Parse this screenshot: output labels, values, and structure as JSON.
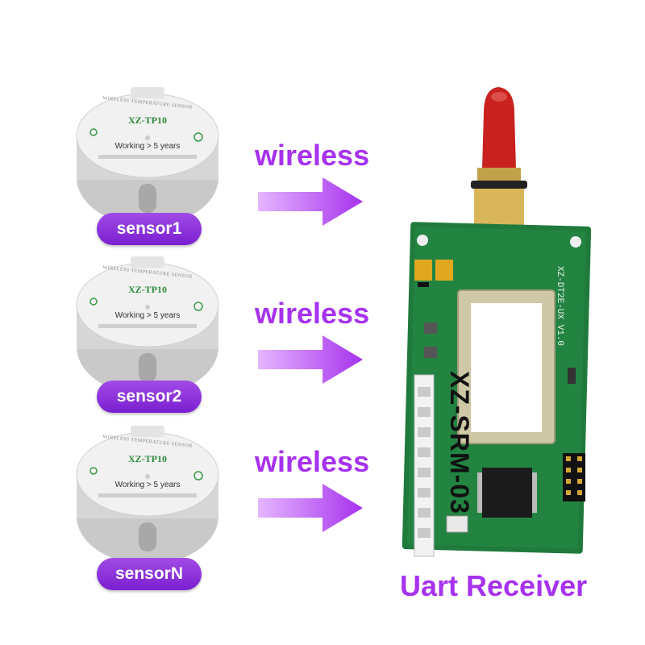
{
  "sensors": [
    {
      "label": "sensor1",
      "header": "WIRELESS TEMPERATURE SENSOR",
      "model": "XZ-TP10",
      "working": "Working  > 5 years"
    },
    {
      "label": "sensor2",
      "header": "WIRELESS TEMPERATURE SENSOR",
      "model": "XZ-TP10",
      "working": "Working  > 5 years"
    },
    {
      "label": "sensorN",
      "header": "WIRELESS TEMPERATURE SENSOR",
      "model": "XZ-TP10",
      "working": "Working  > 5 years"
    }
  ],
  "links": [
    {
      "label": "wireless"
    },
    {
      "label": "wireless"
    },
    {
      "label": "wireless"
    }
  ],
  "receiver": {
    "module_label": "XZ-SRM-03",
    "board_marking": "XZ-DT2E-UX  V1.0",
    "caption": "Uart Receiver"
  },
  "colors": {
    "accent": "#a632ee",
    "badge": "#8a2be2",
    "pcb": "#1f7a3c",
    "antenna": "#c8211e"
  }
}
